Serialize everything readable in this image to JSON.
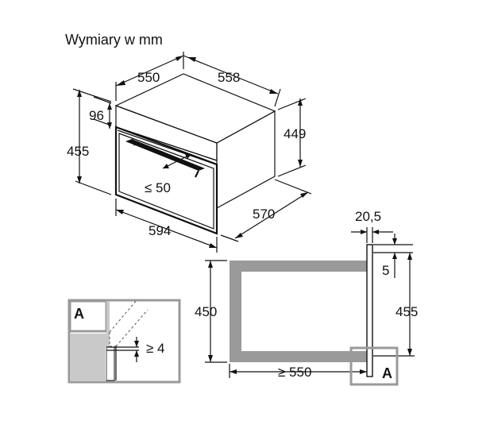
{
  "title": "Wymiary w mm",
  "oven_dimensions": {
    "width_top": "550",
    "depth": "558",
    "panel_height": "96",
    "front_height": "455",
    "body_height": "449",
    "handle_clearance": "≤ 50",
    "total_depth": "570",
    "front_width": "594"
  },
  "niche_dimensions": {
    "door_thickness": "20,5",
    "gap": "5",
    "niche_height": "450",
    "front_height": "455",
    "niche_depth": "≥ 550"
  },
  "detail": {
    "label": "A",
    "min_gap": "≥ 4"
  },
  "callout_label": "A"
}
